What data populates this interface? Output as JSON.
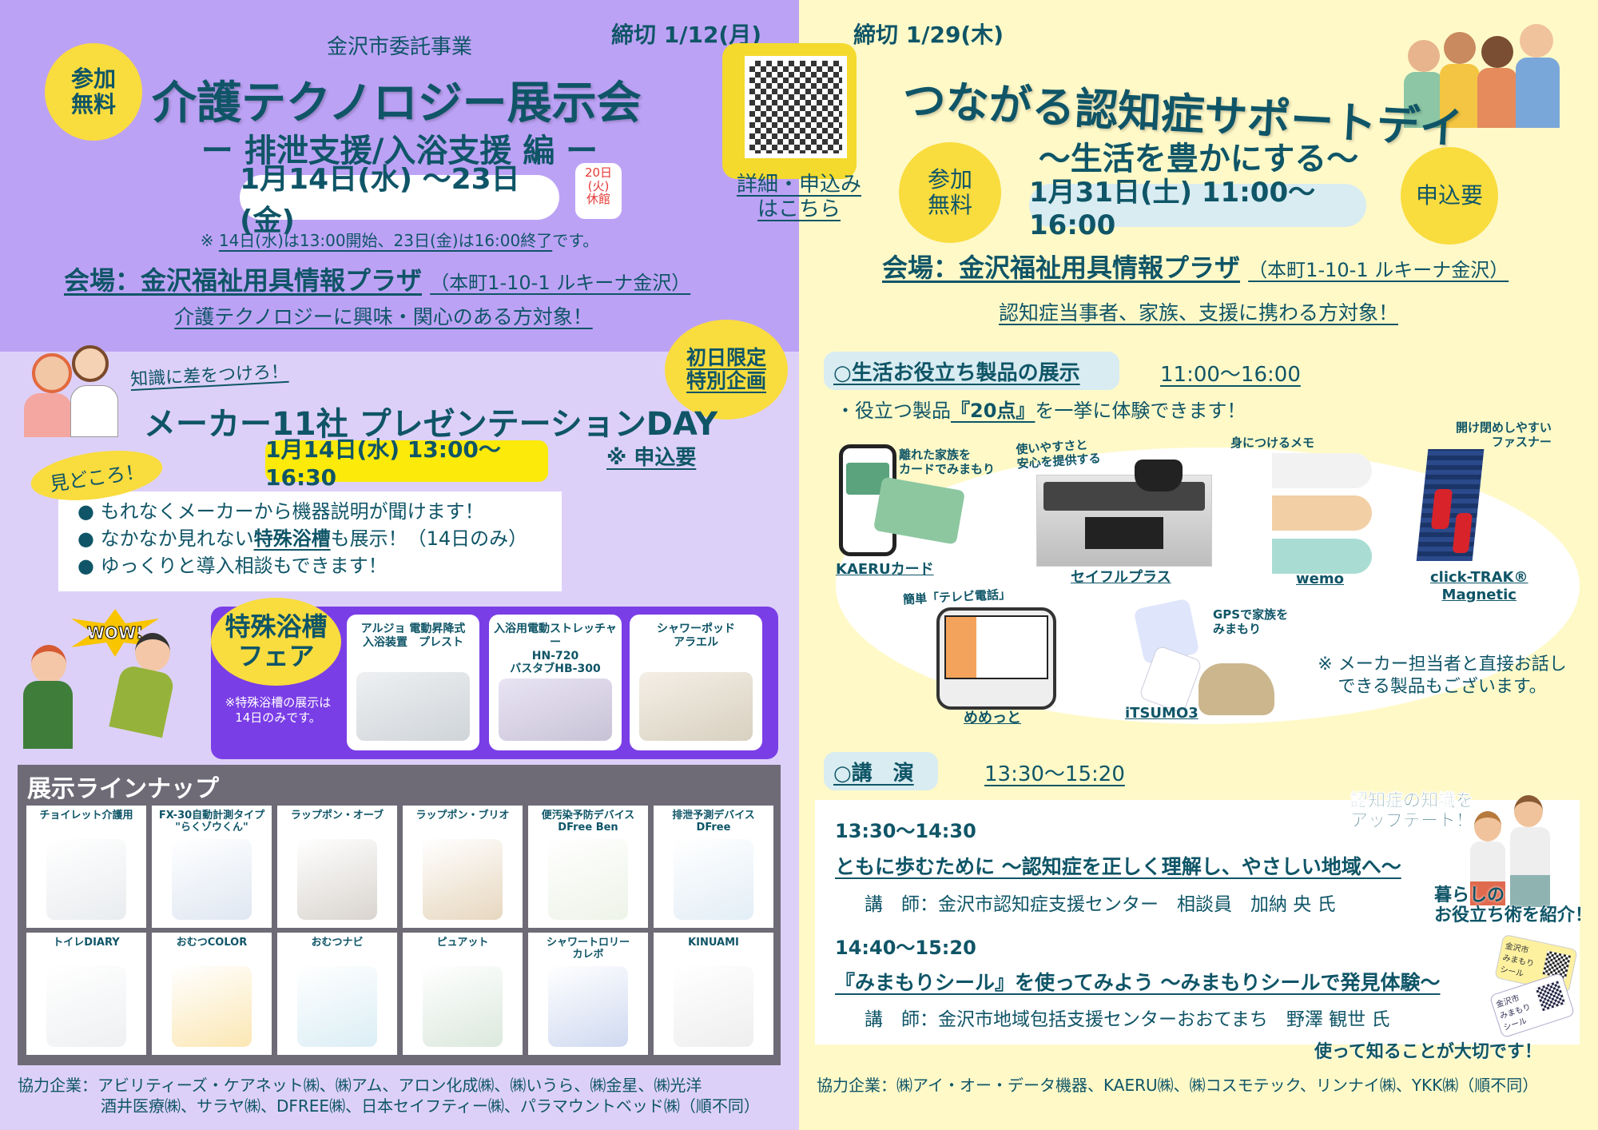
{
  "left": {
    "commission": "金沢市委託事業",
    "free_badge": "参加\n無料",
    "title": "介護テクノロジー展示会",
    "subtitle": "ー 排泄支援/入浴支援 編 ー",
    "dates": "1月14日(水) ～23日(金)",
    "closed_note": "20日\n(火)\n休館",
    "time_note_prefix": "※",
    "time_note": "14日(水)は13:00開始、23日(金)は16:00終了",
    "time_note_suffix": "です。",
    "venue": "会場：金沢福祉用具情報プラザ",
    "address": "（本町1-10-1 ルキーナ金沢）",
    "target": "介護テクノロジーに興味・関心のある方対象！",
    "deadline": "締切 1/12(月)",
    "qr_link": "詳細・申込み\nはこちら",
    "catchphrase": "知識に差をつけろ！",
    "special_badge": "初日限定\n特別企画",
    "presentation_title": "メーカー11社 プレゼンテーションDAY",
    "presentation_date": "1月14日(水) 13:00～16:30",
    "presentation_apply": "※ 申込要",
    "highlights_badge": "見どころ！",
    "highlights": [
      {
        "pre": "もれなくメーカーから機器説明が聞けます！",
        "em": "",
        "post": ""
      },
      {
        "pre": "なかなか見れない",
        "em": "特殊浴槽",
        "post": "も展示！（14日のみ）"
      },
      {
        "pre": "ゆっくりと導入相談もできます！",
        "em": "",
        "post": ""
      }
    ],
    "wow": "WOW!",
    "fair_title": "特殊浴槽\nフェア",
    "fair_note": "※特殊浴槽の展示は\n14日のみです。",
    "fair_products": [
      "アルジョ 電動昇降式\n入浴装置　プレスト",
      "入浴用電動ストレッチャー\nHN-720\nバスタブHB-300",
      "シャワーポッド\nアラエル"
    ],
    "lineup_title": "展示ラインナップ",
    "lineup": [
      "チョイレット介護用",
      "FX-30自動計測タイプ\n\"らくゾウくん\"",
      "ラップポン・オーブ",
      "ラップポン・ブリオ",
      "便汚染予防デバイス\nDFree Ben",
      "排泄予測デバイス\nDFree",
      "トイレDIARY",
      "おむつCOLOR",
      "おむつナビ",
      "ピュアット",
      "シャワートロリー\nカレボ",
      "KINUAMI"
    ],
    "sponsors_line1": "協力企業：アビリティーズ・ケアネット㈱、㈱アム、アロン化成㈱、㈱いうら、㈱金星、㈱光洋",
    "sponsors_line2": "酒井医療㈱、サラヤ㈱、DFREE㈱、日本セイフティー㈱、パラマウントベッド㈱（順不同）"
  },
  "right": {
    "deadline": "締切 1/29(木)",
    "title": "つながる認知症サポートデイ",
    "subtitle": "～生活を豊かにする～",
    "free_badge": "参加\n無料",
    "date": "1月31日(土) 11:00～16:00",
    "apply_badge": "申込要",
    "venue": "会場：金沢福祉用具情報プラザ",
    "address": "（本町1-10-1 ルキーナ金沢）",
    "target": "認知症当事者、家族、支援に携わる方対象！",
    "products_heading": "○生活お役立ち製品の展示",
    "products_time": "11:00～16:00",
    "products_intro_pre": "・役立つ製品",
    "products_intro_em": "『20点』",
    "products_intro_post": "を一挙に体験できます！",
    "products": [
      {
        "name": "KAERUカード",
        "caption": "離れた家族を\nカードでみまもり"
      },
      {
        "name": "セイフルプラス",
        "caption": "使いやすさと\n安心を提供する"
      },
      {
        "name": "wemo",
        "caption": "身につけるメモ"
      },
      {
        "name": "click-TRAK®\nMagnetic",
        "caption": "開け閉めしやすい\nファスナー"
      },
      {
        "name": "めめっと",
        "caption": "簡単「テレビ電話」"
      },
      {
        "name": "iTSUMO3",
        "caption": "GPSで家族を\nみまもり"
      }
    ],
    "maker_note": "※ メーカー担当者と直接お話し\nできる製品もございます。",
    "lecture_heading": "○講　演",
    "lecture_time": "13:30～15:20",
    "lectures": [
      {
        "time": "13:30～14:30",
        "title": "ともに歩むために ～認知症を正しく理解し、やさしい地域へ～",
        "speaker": "講　師：金沢市認知症支援センター　相談員　加納 央 氏"
      },
      {
        "time": "14:40～15:20",
        "title": "『みまもりシール』を使ってみよう ～みまもりシールで発見体験～",
        "speaker": "講　師：金沢市地域包括支援センターおおてまち　野澤 観世 氏"
      }
    ],
    "callout1": "認知症の知識を\nアップデート！",
    "callout2": "暮らしの\nお役立ち術を紹介！",
    "callout3": "使って知ることが大切です！",
    "sticker_text": "金沢市\nみまもり\nシール",
    "sponsors": "協力企業：㈱アイ・オー・データ機器、KAERU㈱、㈱コスモテック、リンナイ㈱、YKK㈱（順不同）"
  },
  "colors": {
    "purple_top": "#bca2f5",
    "lavender": "#ddd0f8",
    "cream": "#fff9c8",
    "teal": "#0f5567",
    "yellow": "#f9dc3e",
    "fair_purple": "#7a3ee6",
    "lineup_gray": "#6e6b77"
  }
}
